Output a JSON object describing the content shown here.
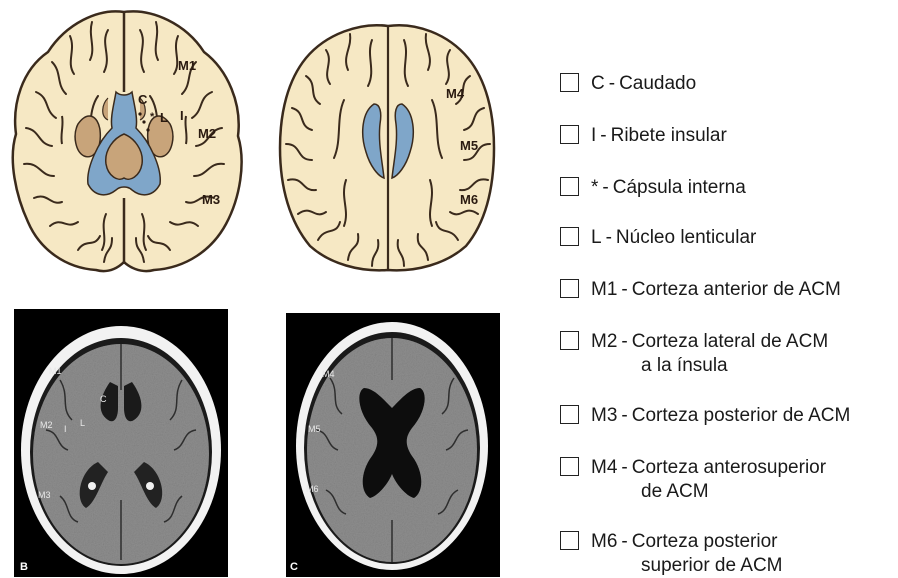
{
  "labels": {
    "top_left": [
      "M1",
      "C",
      "L",
      "I",
      "M2",
      "M3",
      "*"
    ],
    "top_right": [
      "M4",
      "M5",
      "M6"
    ],
    "ct_left": [
      "M1",
      "C",
      "M2",
      "I",
      "L",
      "M3"
    ],
    "ct_right": [
      "M4",
      "M5",
      "M6"
    ],
    "panel_b": "B",
    "panel_c": "C"
  },
  "legend": [
    {
      "code": "C",
      "text": "Caudado"
    },
    {
      "code": "I",
      "text": "Ribete insular"
    },
    {
      "code": "*",
      "text": "Cápsula interna"
    },
    {
      "code": "L",
      "text": "Núcleo lenticular"
    },
    {
      "code": "M1",
      "text": "Corteza anterior de ACM"
    },
    {
      "code": "M2",
      "text": "Corteza lateral de ACM",
      "text2": "a la ínsula"
    },
    {
      "code": "M3",
      "text": "Corteza posterior de ACM"
    },
    {
      "code": "M4",
      "text": "Corteza anterosuperior",
      "text2": "de ACM"
    },
    {
      "code": "M6",
      "text": "Corteza posterior",
      "text2": "superior de ACM"
    }
  ],
  "colors": {
    "brain_fill": "#f6e8c4",
    "outline": "#3a2a1c",
    "ventricle": "#7fa6c9",
    "deep_nuclei": "#c8a47a",
    "ct_background": "#000000",
    "ct_skull": "#f2f2f2",
    "ct_brain": "#8f8f8f"
  }
}
